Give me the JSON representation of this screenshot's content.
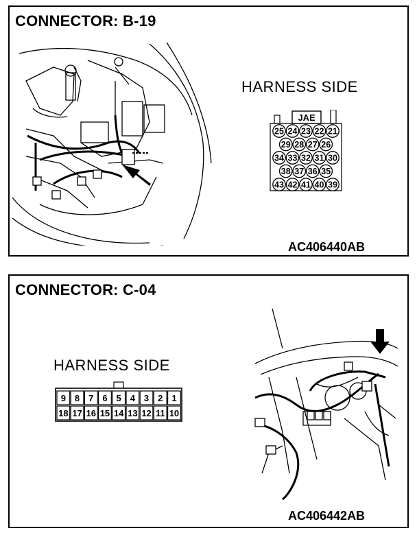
{
  "top_panel": {
    "title": "CONNECTOR: B-19",
    "harness_label": "HARNESS SIDE",
    "connector_brand": "JAE",
    "pin_rows": [
      [
        "25",
        "24",
        "23",
        "22",
        "21"
      ],
      [
        "29",
        "28",
        "27",
        "26"
      ],
      [
        "34",
        "33",
        "32",
        "31",
        "30"
      ],
      [
        "38",
        "37",
        "36",
        "35"
      ],
      [
        "43",
        "42",
        "41",
        "40",
        "39"
      ]
    ],
    "figure_code": "AC406440AB"
  },
  "bottom_panel": {
    "title": "CONNECTOR: C-04",
    "harness_label": "HARNESS SIDE",
    "pin_rows": [
      [
        "9",
        "8",
        "7",
        "6",
        "5",
        "4",
        "3",
        "2",
        "1"
      ],
      [
        "18",
        "17",
        "16",
        "15",
        "14",
        "13",
        "12",
        "11",
        "10"
      ]
    ],
    "figure_code": "AC406442AB"
  }
}
